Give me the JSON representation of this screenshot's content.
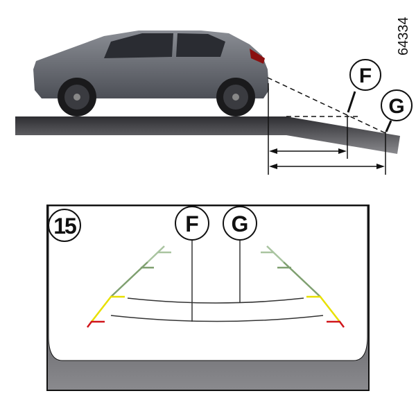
{
  "reference_number": "64334",
  "side_view": {
    "label_f": "F",
    "label_g": "G"
  },
  "screen_view": {
    "figure_number": "15",
    "label_f": "F",
    "label_g": "G"
  },
  "colors": {
    "far_guide": "#a9c4a0",
    "mid_guide": "#7fa070",
    "near_guide": "#e8e000",
    "stop_guide": "#d0151b",
    "ground": "#3a3a3e",
    "car_body": "#6b6e75"
  }
}
